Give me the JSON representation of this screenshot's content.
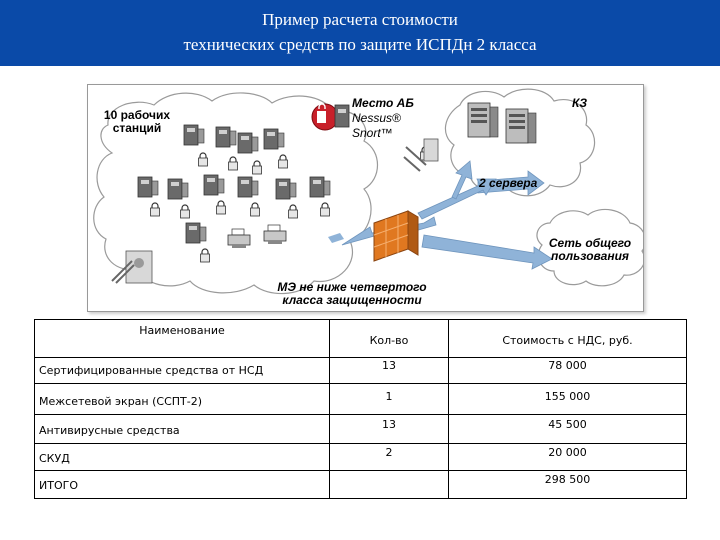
{
  "header": {
    "line1": "Пример расчета стоимости",
    "line2": "технических средств по защите ИСПДн 2 класса"
  },
  "diagram": {
    "workstations_label_1": "10 рабочих",
    "workstations_label_2": "станций",
    "admin_label": "Место АБ",
    "nessus_label": "Nessus®",
    "snort_label": "Snort™",
    "kz_label": "КЗ",
    "servers_label": "2 сервера",
    "public_net_label_1": "Сеть общего",
    "public_net_label_2": "пользования",
    "firewall_label_1": "МЭ не ниже четвертого",
    "firewall_label_2": "класса защищенности",
    "icons": [
      "computer-icon",
      "lock-icon",
      "printer-icon",
      "server-icon",
      "firewall-icon",
      "keys-icon",
      "admin-icon",
      "cloud-icon"
    ]
  },
  "table": {
    "headers": [
      "Наименование",
      "Кол-во",
      "Стоимость с НДС, руб."
    ],
    "rows": [
      [
        "Сертифицированные средства от НСД",
        "13",
        "78 000"
      ],
      [
        "Межсетевой экран (ССПТ-2)",
        "1",
        "155 000"
      ],
      [
        "Антивирусные средства",
        "13",
        "45 500"
      ],
      [
        "СКУД",
        "2",
        "20 000"
      ],
      [
        "ИТОГО",
        "",
        "298 500"
      ]
    ]
  },
  "colors": {
    "header_bg": "#0a4aa8",
    "header_text": "#ffffff",
    "arrow": "#8fb3d8",
    "firewall": "#e07820"
  }
}
